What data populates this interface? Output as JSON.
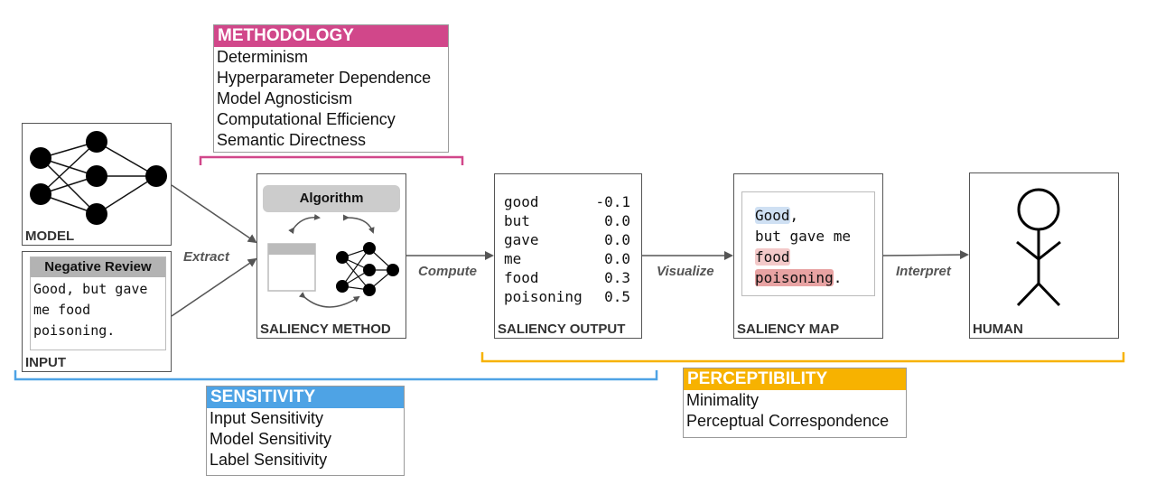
{
  "methodology": {
    "title": "METHODOLOGY",
    "color": "#d1478a",
    "items": [
      "Determinism",
      "Hyperparameter Dependence",
      "Model Agnosticism",
      "Computational Efficiency",
      "Semantic Directness"
    ]
  },
  "sensitivity": {
    "title": "SENSITIVITY",
    "color": "#4ea3e5",
    "items": [
      "Input Sensitivity",
      "Model Sensitivity",
      "Label Sensitivity"
    ]
  },
  "perceptibility": {
    "title": "PERCEPTIBILITY",
    "color": "#f7b200",
    "items": [
      "Minimality",
      "Perceptual Correspondence"
    ]
  },
  "model_box": {
    "label": "MODEL"
  },
  "input_box": {
    "label": "INPUT",
    "review_title": "Negative Review",
    "review_lines": [
      "Good, but gave",
      "me food",
      "poisoning."
    ]
  },
  "saliency_method_box": {
    "label": "SALIENCY METHOD",
    "algorithm": "Algorithm"
  },
  "saliency_output_box": {
    "label": "SALIENCY OUTPUT",
    "rows": [
      {
        "word": "good",
        "value": "-0.1"
      },
      {
        "word": "but",
        "value": "0.0"
      },
      {
        "word": "gave",
        "value": "0.0"
      },
      {
        "word": "me",
        "value": "0.0"
      },
      {
        "word": "food",
        "value": "0.3"
      },
      {
        "word": "poisoning",
        "value": "0.5"
      }
    ]
  },
  "saliency_map_box": {
    "label": "SALIENCY MAP",
    "tokens": {
      "good": "Good",
      "comma": ",",
      "line2": "but gave me",
      "food": "food",
      "poisoning": "poisoning",
      "period": "."
    }
  },
  "human_box": {
    "label": "HUMAN"
  },
  "arrows": {
    "extract": "Extract",
    "compute": "Compute",
    "visualize": "Visualize",
    "interpret": "Interpret"
  }
}
